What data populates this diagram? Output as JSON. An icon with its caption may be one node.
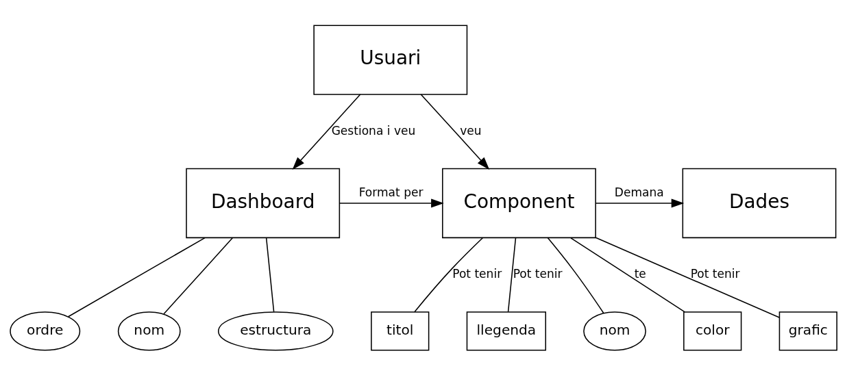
{
  "diagram": {
    "nodes": [
      {
        "text": [
          "Usuari"
        ]
      },
      {
        "text": [
          "Dades"
        ]
      },
      {
        "text": [
          "Dashboard"
        ]
      },
      {
        "text": [
          "Component"
        ]
      },
      {
        "text": [
          "titol"
        ]
      },
      {
        "text": [
          "llegenda"
        ]
      },
      {
        "text": [
          "ordre"
        ]
      },
      {
        "text": [
          "nom"
        ]
      },
      {
        "text": [
          "estructura"
        ]
      },
      {
        "text": [
          "nom"
        ]
      },
      {
        "text": [
          "color"
        ]
      },
      {
        "text": [
          "grafic"
        ]
      }
    ],
    "edges": [
      {
        "from": 0,
        "to": 2,
        "arrow": "to",
        "label": "Gestiona i veu"
      },
      {
        "from": 0,
        "to": 3,
        "arrow": "to",
        "label": "veu"
      },
      {
        "from": 2,
        "to": 3,
        "arrow": "to",
        "label": "Format per"
      },
      {
        "from": 3,
        "to": 1,
        "arrow": "to",
        "label": "Demana"
      },
      {
        "from": 3,
        "to": 4,
        "arrow": "none",
        "label": "Pot tenir"
      },
      {
        "from": 3,
        "to": 5,
        "arrow": "none",
        "label": "Pot tenir"
      },
      {
        "from": 3,
        "to": 11,
        "arrow": "none",
        "label": "Pot tenir"
      },
      {
        "from": 3,
        "to": 10,
        "arrow": "none",
        "label": "te"
      },
      {
        "from": 3,
        "to": 9,
        "arrow": "none"
      },
      {
        "from": 2,
        "to": 6,
        "arrow": "none"
      },
      {
        "from": 2,
        "to": 7,
        "arrow": "none"
      },
      {
        "from": 2,
        "to": 8,
        "arrow": "none"
      }
    ]
  }
}
